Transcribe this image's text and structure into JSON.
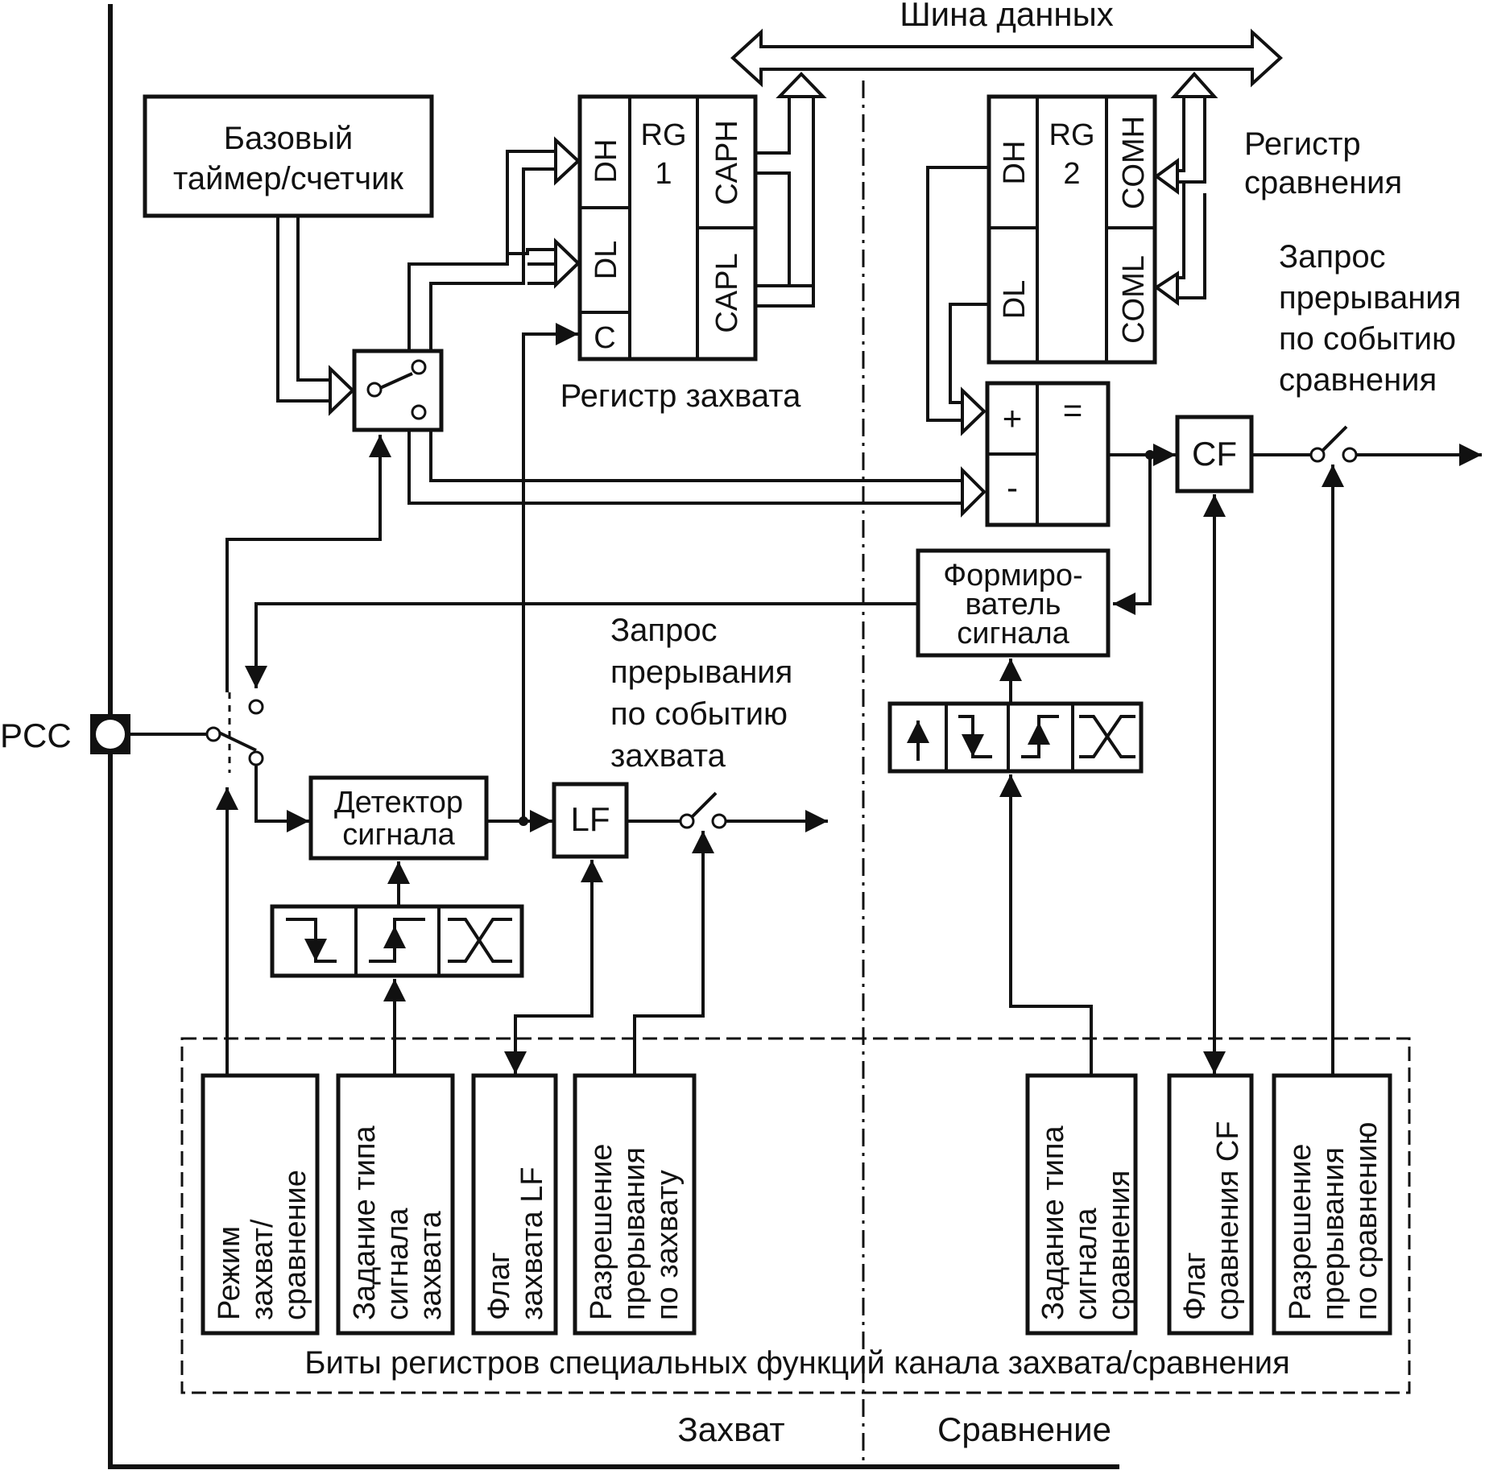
{
  "bus": {
    "label": "Шина данных"
  },
  "timer": {
    "line1": "Базовый",
    "line2": "таймер/счетчик"
  },
  "capture_register": {
    "title": "Регистр захвата",
    "in_dh": "DH",
    "in_dl": "DL",
    "in_c": "C",
    "rg_name": "RG",
    "rg_num": "1",
    "out_h": "CAPH",
    "out_l": "CAPL"
  },
  "compare_register": {
    "title_line1": "Регистр",
    "title_line2": "сравнения",
    "in_dh": "DH",
    "in_dl": "DL",
    "rg_name": "RG",
    "rg_num": "2",
    "out_h": "COMH",
    "out_l": "COML"
  },
  "comparator": {
    "plus": "+",
    "minus": "-",
    "eq": "="
  },
  "cf_flag": {
    "label": "CF"
  },
  "compare_irq": {
    "line1": "Запрос",
    "line2": "прерывания",
    "line3": "по событию",
    "line4": "сравнения"
  },
  "shaper": {
    "line1": "Формиро-",
    "line2": "ватель",
    "line3": "сигнала"
  },
  "pin": {
    "label": "PCC"
  },
  "detector": {
    "line1": "Детектор",
    "line2": "сигнала"
  },
  "lf_flag": {
    "label": "LF"
  },
  "capture_irq": {
    "line1": "Запрос",
    "line2": "прерывания",
    "line3": "по событию",
    "line4": "захвата"
  },
  "sfr_bits": {
    "caption": "Биты регистров специальных функций канала захвата/сравнения",
    "items": [
      {
        "lines": [
          "Режим",
          "захват/",
          "сравнение"
        ]
      },
      {
        "lines": [
          "Задание типа",
          "сигнала",
          "захвата"
        ]
      },
      {
        "lines": [
          "Флаг",
          "захвата LF"
        ]
      },
      {
        "lines": [
          "Разрешение",
          "прерывания",
          "по захвату"
        ]
      },
      {
        "lines": [
          "Задание типа",
          "сигнала",
          "сравнения"
        ]
      },
      {
        "lines": [
          "Флаг",
          "сравнения CF"
        ]
      },
      {
        "lines": [
          "Разрешение",
          "прерывания",
          "по сравнению"
        ]
      }
    ]
  },
  "sections": {
    "capture": "Захват",
    "compare": "Сравнение"
  }
}
